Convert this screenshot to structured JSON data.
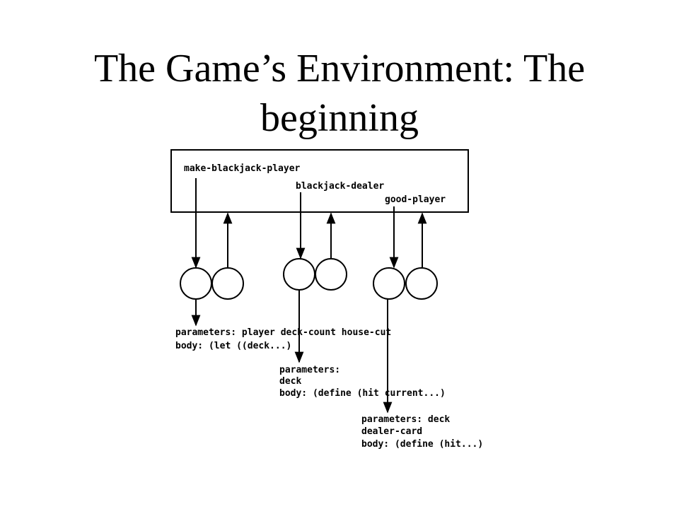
{
  "slide": {
    "title_line1": "The Game’s Environment: The",
    "title_line2": "beginning"
  },
  "diagram": {
    "env_labels": {
      "make_player": "make-blackjack-player",
      "dealer": "blackjack-dealer",
      "good_player": "good-player"
    },
    "procedures": [
      {
        "lines": [
          "parameters: player deck-count house-cut",
          "body: (let ((deck...)"
        ]
      },
      {
        "lines": [
          "parameters:",
          "deck",
          "body: (define (hit current...)"
        ]
      },
      {
        "lines": [
          "parameters: deck",
          "dealer-card",
          "body: (define (hit...)"
        ]
      }
    ]
  }
}
